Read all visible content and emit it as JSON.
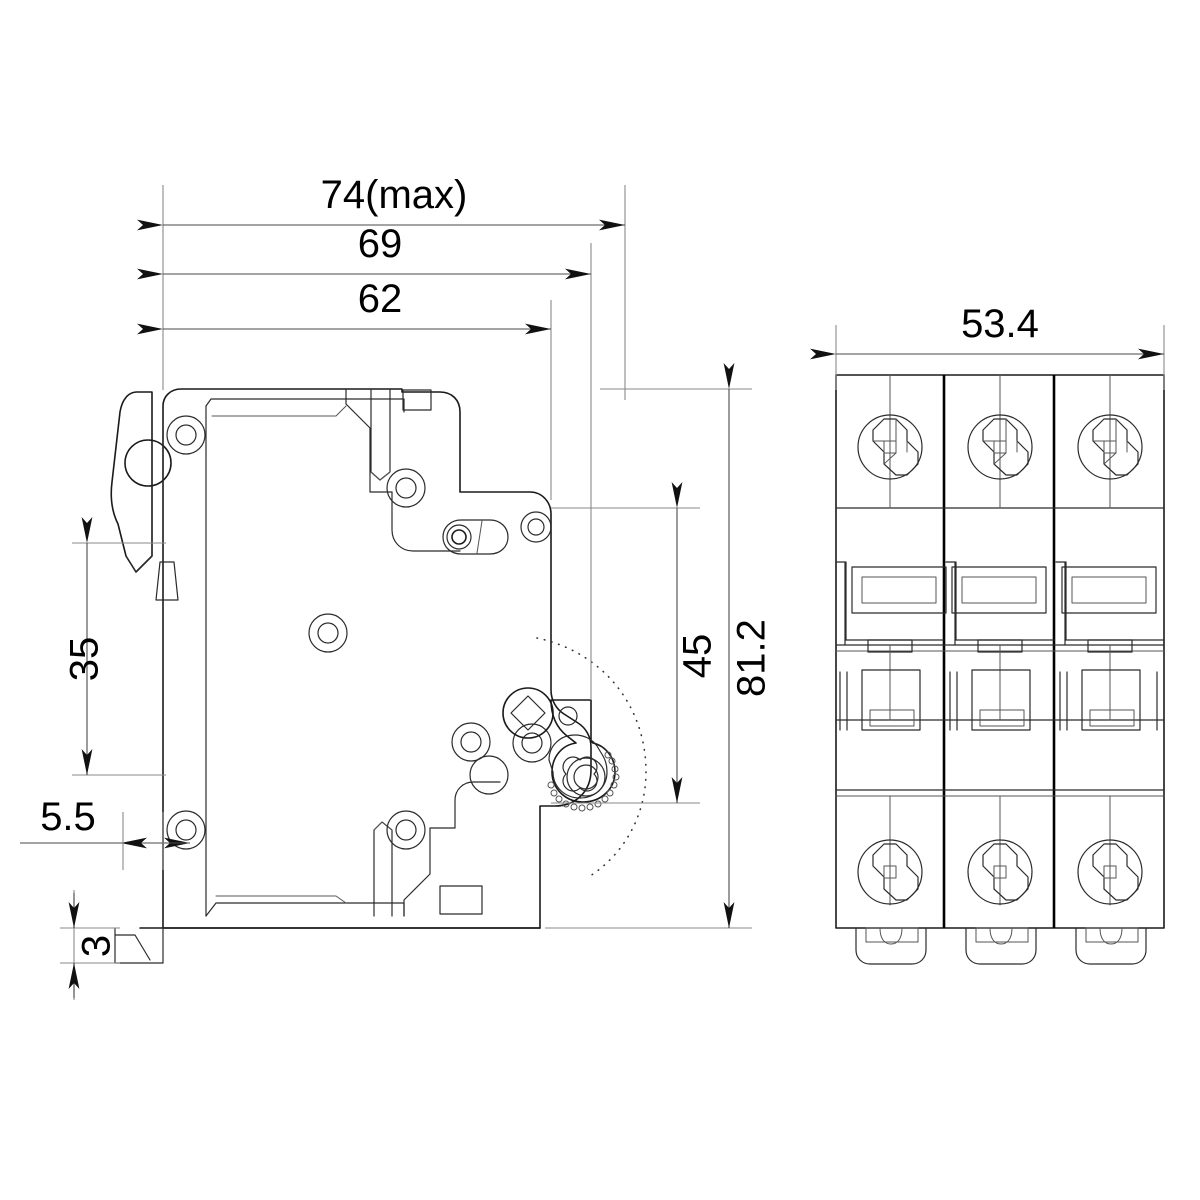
{
  "drawing": {
    "title": "Miniature circuit breaker dimensional drawing",
    "units": "mm",
    "background_color": "#ffffff",
    "line_color": "#1a1a1a",
    "dimension_line_color": "#4a4a4a"
  },
  "views": {
    "side": {
      "name": "side-elevation-view",
      "description": "Side profile of 3-pole miniature circuit breaker with DIN rail clip and rotary toggle mechanism"
    },
    "front": {
      "name": "front-elevation-view",
      "description": "Front face of 3-pole miniature circuit breaker showing three pole modules with Pozidriv terminal screws",
      "pole_count": 3
    }
  },
  "dimensions": {
    "side_top": [
      {
        "id": "dim-74-max",
        "label": "74(max)",
        "value": 74,
        "note": "max",
        "orientation": "horizontal"
      },
      {
        "id": "dim-69",
        "label": "69",
        "value": 69,
        "orientation": "horizontal"
      },
      {
        "id": "dim-62",
        "label": "62",
        "value": 62,
        "orientation": "horizontal"
      }
    ],
    "side_left": [
      {
        "id": "dim-35",
        "label": "35",
        "value": 35,
        "orientation": "vertical"
      },
      {
        "id": "dim-5-5",
        "label": "5.5",
        "value": 5.5,
        "orientation": "horizontal"
      },
      {
        "id": "dim-3",
        "label": "3",
        "value": 3,
        "orientation": "vertical"
      }
    ],
    "side_right": [
      {
        "id": "dim-45",
        "label": "45",
        "value": 45,
        "orientation": "vertical"
      },
      {
        "id": "dim-81-2",
        "label": "81.2",
        "value": 81.2,
        "orientation": "vertical"
      }
    ],
    "front_top": [
      {
        "id": "dim-53-4",
        "label": "53.4",
        "value": 53.4,
        "orientation": "horizontal"
      }
    ]
  },
  "labels": {
    "d74max": "74(max)",
    "d69": "69",
    "d62": "62",
    "d35": "35",
    "d55": "5.5",
    "d3": "3",
    "d45": "45",
    "d812": "81.2",
    "d534": "53.4"
  }
}
